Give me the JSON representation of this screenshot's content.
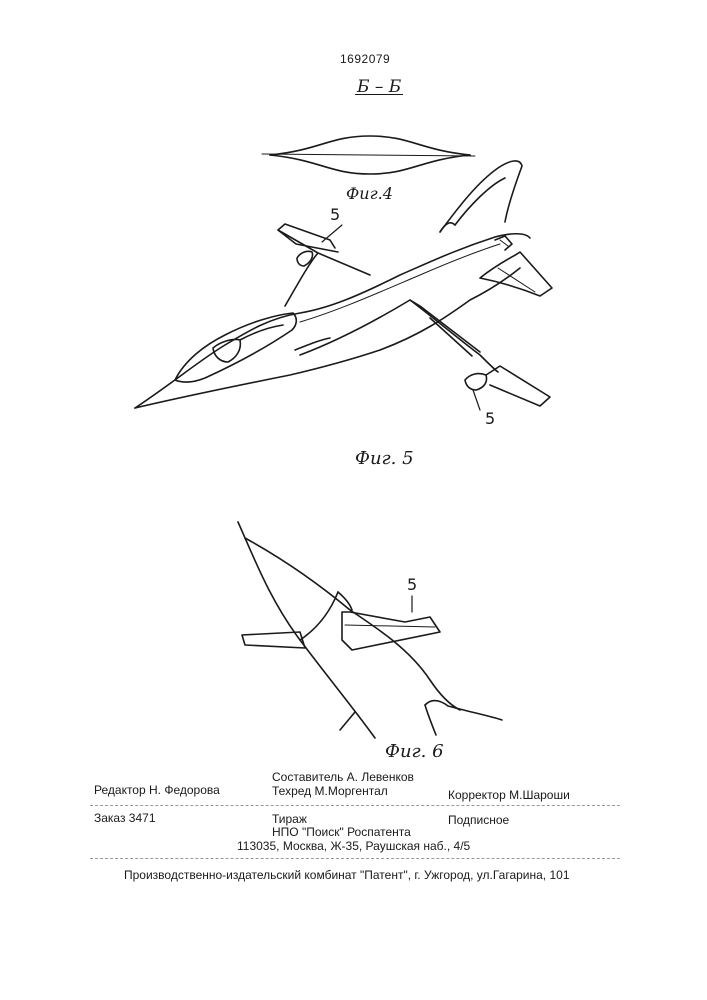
{
  "header": {
    "patent_number": "1692079",
    "section_label": "Б – Б"
  },
  "figures": {
    "fig4_caption": "Фиг.4",
    "fig5_caption": "Фиг. 5",
    "fig6_caption": "Фиг. 6",
    "fig5_callout_upper": "5",
    "fig5_callout_lower": "5",
    "fig6_callout": "5"
  },
  "footer": {
    "editor": "Редактор   Н. Федорова",
    "compiler": "Составитель    А. Левенков",
    "tech_editor": "Техред М.Моргентал",
    "corrector": "Корректор   М.Шароши",
    "order": "Заказ  3471",
    "circulation": "Тираж",
    "subscription": "Подписное",
    "organization": "НПО \"Поиск\" Роспатента",
    "address": "113035, Москва, Ж-35, Раушская наб., 4/5",
    "printer": "Производственно-издательский комбинат \"Патент\", г. Ужгород, ул.Гагарина, 101"
  }
}
